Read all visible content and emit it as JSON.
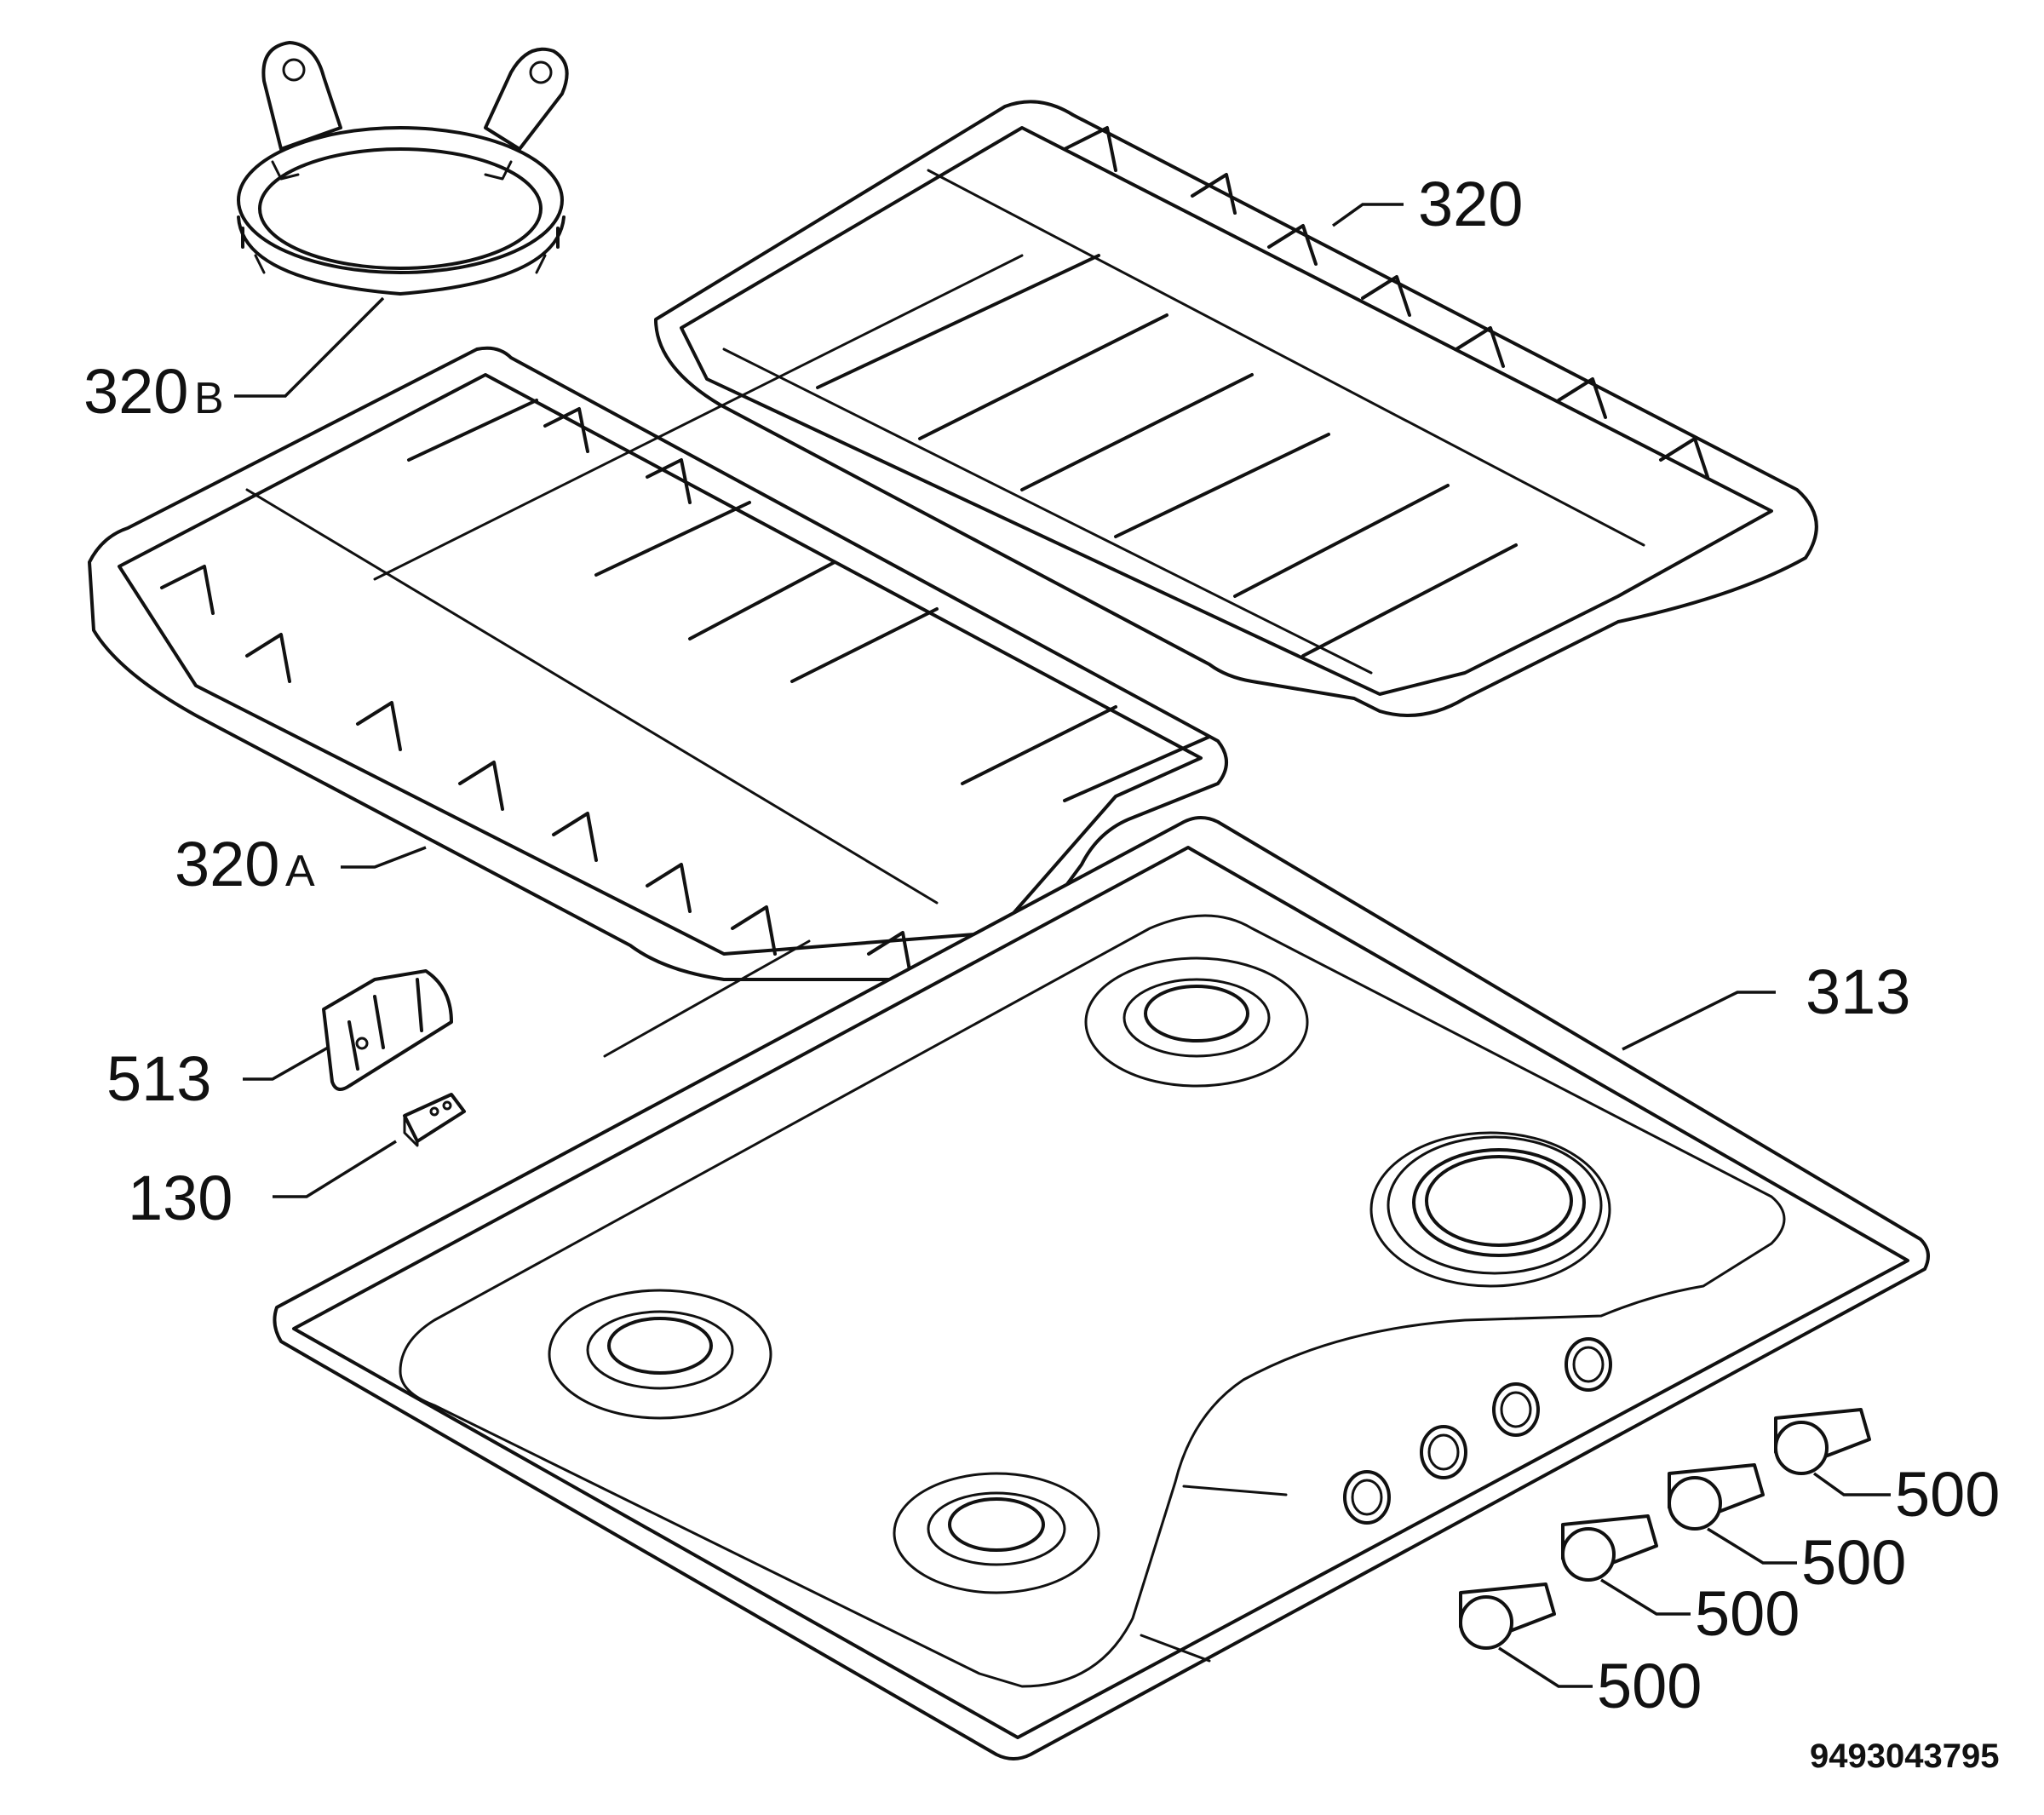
{
  "labels": {
    "p320": "320",
    "p320b_num": "320",
    "p320b_suffix": "B",
    "p320a_num": "320",
    "p320a_suffix": "A",
    "p313": "313",
    "p513": "513",
    "p130": "130",
    "p500_1": "500",
    "p500_2": "500",
    "p500_3": "500",
    "p500_4": "500"
  },
  "doc_number": "9493043795",
  "colors": {
    "line": "#111111",
    "background": "#ffffff"
  }
}
